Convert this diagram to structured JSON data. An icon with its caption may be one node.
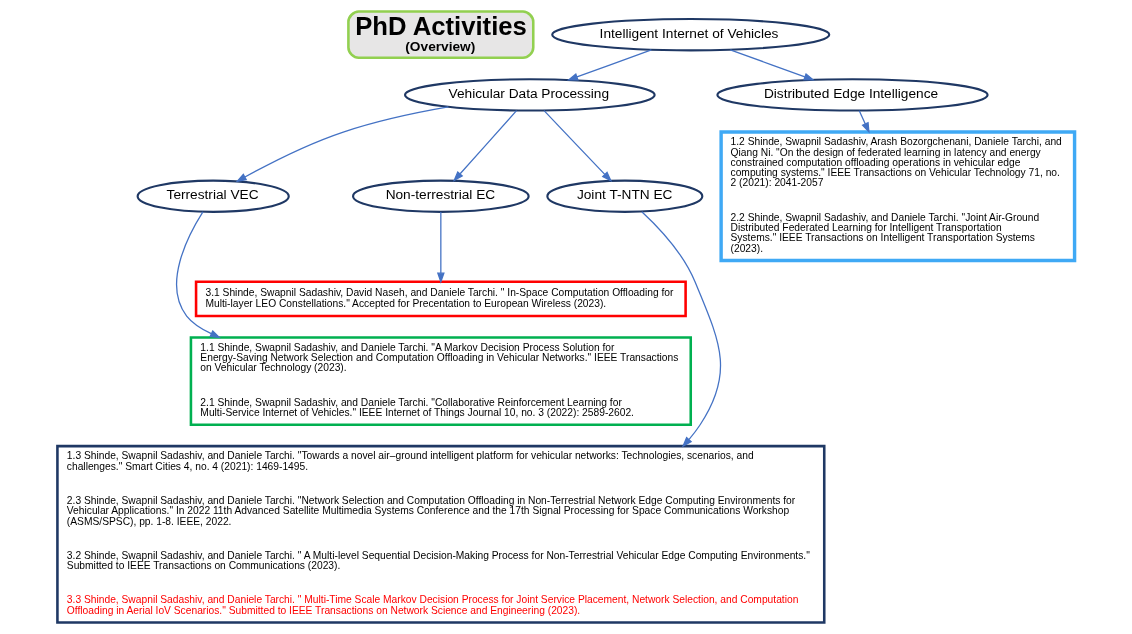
{
  "diagram": {
    "nodes": [
      {
        "text": [
          "PhD Activities",
          "(Overview)"
        ]
      },
      {
        "text": [
          "Intelligent Internet of Vehicles"
        ]
      },
      {
        "text": [
          "Vehicular Data Processing"
        ]
      },
      {
        "text": [
          "Distributed Edge Intelligence"
        ]
      },
      {
        "text": [
          "Terrestrial VEC"
        ]
      },
      {
        "text": [
          "Non-terrestrial EC"
        ]
      },
      {
        "text": [
          "Joint T-NTN EC"
        ]
      },
      {
        "text": [
          "1.2 Shinde, Swapnil Sadashiv, Arash Bozorgchenani, Daniele Tarchi, and Qiang Ni. \"On the design of federated learning in latency and energy constrained computation offloading operations in vehicular edge computing systems.\" IEEE Transactions on Vehicular Technology 71, no. 2 (2021): 2041-2057",
          "2.2 Shinde, Swapnil Sadashiv, and Daniele Tarchi. \"Joint Air-Ground Distributed Federated Learning for Intelligent Transportation Systems.\" IEEE Transactions on Intelligent Transportation Systems (2023)."
        ]
      },
      {
        "text": [
          "3.1 Shinde, Swapnil Sadashiv, David Naseh, and Daniele Tarchi. \" In-Space Computation Offloading for Multi-layer LEO Constellations.\" Accepted for Precentation to European Wireless (2023)."
        ]
      },
      {
        "text": [
          "1.1 Shinde, Swapnil Sadashiv, and Daniele Tarchi. \"A Markov Decision Process Solution for Energy-Saving Network Selection and Computation Offloading in Vehicular Networks.\" IEEE Transactions on Vehicular Technology (2023).",
          "2.1 Shinde, Swapnil Sadashiv, and Daniele Tarchi. \"Collaborative Reinforcement Learning for Multi-Service Internet of Vehicles.\" IEEE Internet of Things Journal 10, no. 3 (2022): 2589-2602."
        ]
      },
      {
        "text": [
          "1.3 Shinde, Swapnil Sadashiv, and Daniele Tarchi. \"Towards a novel air–ground intelligent platform for vehicular networks: Technologies, scenarios, and challenges.\" Smart Cities 4, no. 4 (2021): 1469-1495.",
          "2.3 Shinde, Swapnil Sadashiv, and Daniele Tarchi. \"Network Selection and Computation Offloading in Non-Terrestrial Network Edge Computing Environments for Vehicular Applications.\" In 2022 11th Advanced Satellite Multimedia Systems Conference and the 17th Signal Processing for Space Communications Workshop (ASMS/SPSC), pp. 1-8. IEEE, 2022.",
          "3.2 Shinde, Swapnil Sadashiv, and Daniele Tarchi. \" A Multi-level Sequential Decision-Making Process for Non-Terrestrial Vehicular Edge Computing Environments.\" Submitted to IEEE Transactions on Communications (2023).",
          "3.3 Shinde, Swapnil Sadashiv, and Daniele Tarchi. \" Multi-Time Scale Markov Decision Process for Joint Service Placement, Network Selection, and Computation Offloading in Aerial IoV Scenarios.\" Submitted to IEEE Transactions on Network Science and Engineering (2023)."
        ]
      }
    ],
    "edges": [
      {
        "from": 1,
        "to": 2,
        "arrow": "to"
      },
      {
        "from": 1,
        "to": 3,
        "arrow": "to"
      },
      {
        "from": 2,
        "to": 4,
        "arrow": "to"
      },
      {
        "from": 2,
        "to": 5,
        "arrow": "to"
      },
      {
        "from": 2,
        "to": 6,
        "arrow": "to"
      },
      {
        "from": 3,
        "to": 7,
        "arrow": "to"
      },
      {
        "from": 5,
        "to": 8,
        "arrow": "to"
      },
      {
        "from": 4,
        "to": 9,
        "arrow": "to"
      },
      {
        "from": 6,
        "to": 10,
        "arrow": "to"
      }
    ]
  }
}
